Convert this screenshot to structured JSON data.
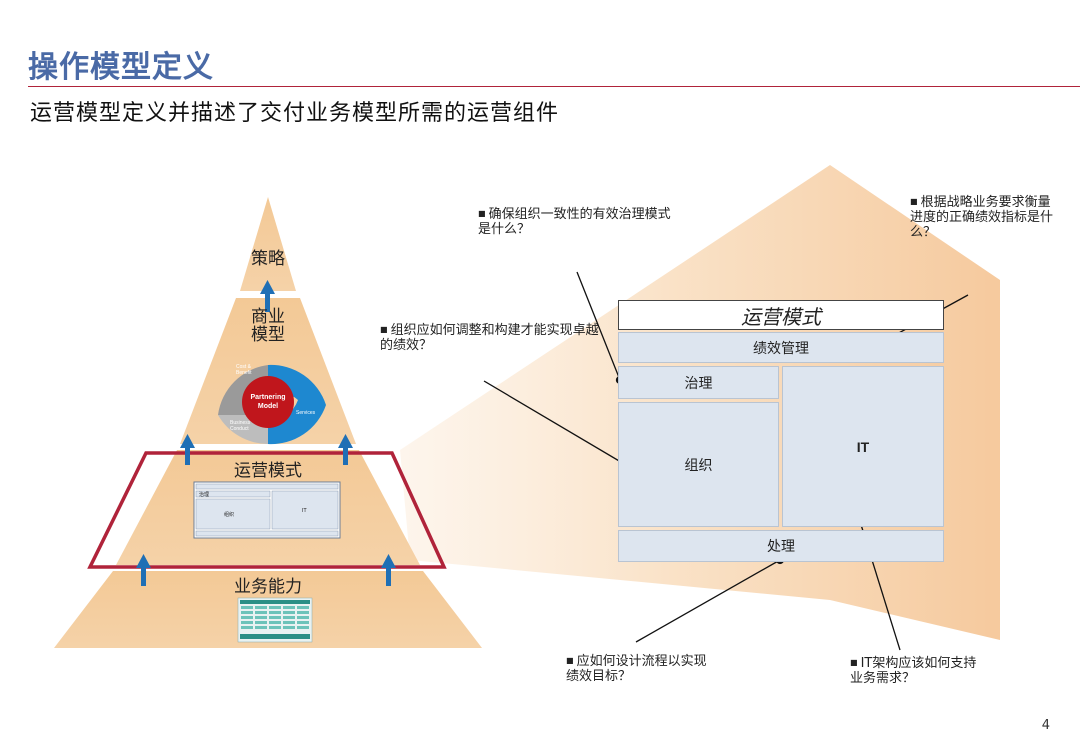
{
  "header": {
    "title": "操作模型定义",
    "subtitle": "运营模型定义并描述了交付业务模型所需的运营组件"
  },
  "pyramid": {
    "levels": [
      "策略",
      "商业\n模型",
      "运营模式",
      "业务能力"
    ],
    "cycle_labels": {
      "center": "Partnering Model",
      "top": "Cost & Benefit",
      "right": "Services",
      "bottom": "Business Conduct"
    },
    "mini_om": {
      "governance": "治理",
      "organization": "组织",
      "it": "IT"
    }
  },
  "operating_model": {
    "header": "运营模式",
    "performance": "绩效管理",
    "governance": "治理",
    "organization": "组织",
    "it": "IT",
    "process": "处理"
  },
  "notes": {
    "governance": "确保组织一致性的有效治理模式是什么？",
    "organization": "组织应如何调整和构建才能实现卓越的绩效？",
    "performance": "根据战略业务要求衡量进度的正确绩效指标是什么？",
    "process": "应如何设计流程以实现绩效目标？",
    "it": "IT架构应该如何支持业务需求？"
  },
  "page_number": "4",
  "colors": {
    "title": "#4a6aa6",
    "rule": "#b0233a",
    "pyramid": "#f5cfa0",
    "frame": "#b0233a",
    "arrow": "#1f6fb5",
    "box": "#dde5ef"
  }
}
